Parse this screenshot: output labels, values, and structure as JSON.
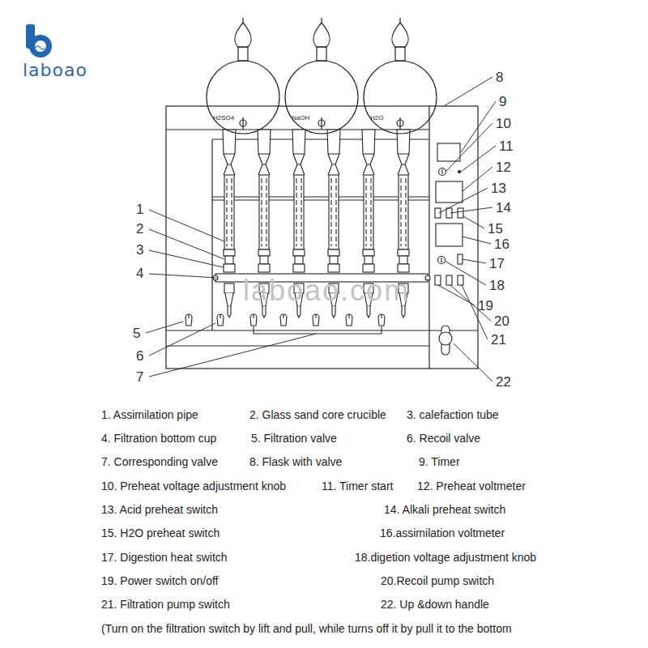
{
  "diagram": {
    "nodes": [
      {
        "text": [
          "H2SO4"
        ]
      },
      {
        "text": [
          "NaOH"
        ]
      },
      {
        "text": [
          "H2O"
        ]
      }
    ],
    "labels": [
      "laboao",
      "1",
      "2",
      "3",
      "4",
      "5",
      "6",
      "7",
      "8",
      "9",
      "10",
      "11",
      "12",
      "13",
      "14",
      "15",
      "16",
      "17",
      "18",
      "19",
      "20",
      "21",
      "22",
      "1. Assimilation pipe",
      "2. Glass sand core crucible",
      "3. calefaction tube",
      "4. Filtration bottom cup",
      "5. Filtration valve",
      "6. Recoil valve",
      "7. Corresponding valve",
      "8. Flask with valve",
      "9. Timer",
      "10. Preheat voltage adjustment knob",
      "11. Timer start",
      "12. Preheat voltmeter",
      "13. Acid preheat switch",
      "14. Alkali preheat switch",
      "15. H2O preheat switch",
      "16.assimilation voltmeter",
      "17. Digestion heat switch",
      "18.digetion voltage adjustment knob",
      "19. Power switch on/off",
      "20.Recoil pump switch",
      "21. Filtration pump switch",
      "22. Up &down handle",
      "(Turn on the filtration switch by lift and pull, while turns off it by pull it to the bottom",
      "laboao.com"
    ]
  }
}
